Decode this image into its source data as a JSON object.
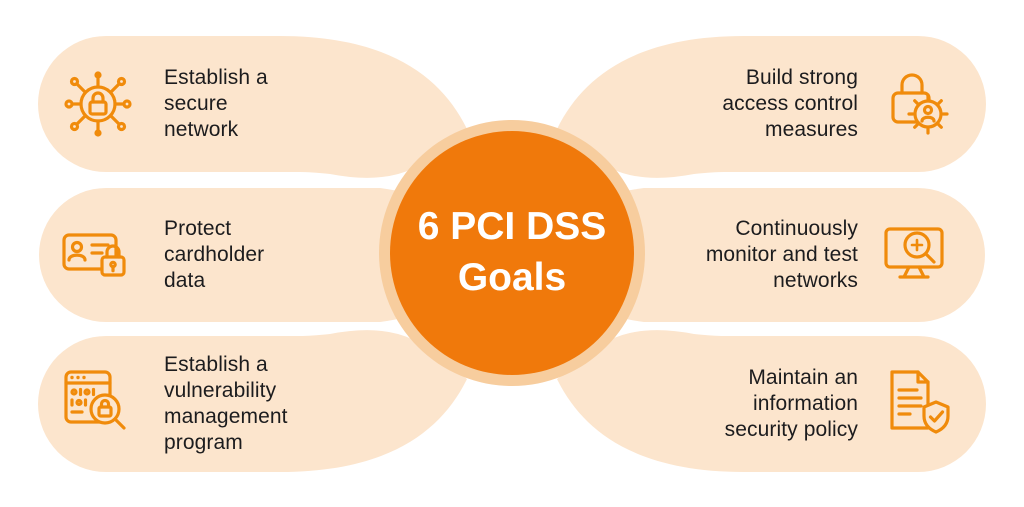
{
  "title": {
    "line1": "6 PCI DSS",
    "line2": "Goals"
  },
  "goals": [
    {
      "label": "Establish a secure network",
      "icon": "secure-network-icon",
      "position": "left-top"
    },
    {
      "label": "Protect cardholder data",
      "icon": "cardholder-data-icon",
      "position": "left-middle"
    },
    {
      "label": "Establish a vulnerability management program",
      "icon": "vulnerability-management-icon",
      "position": "left-bottom"
    },
    {
      "label": "Build strong access control measures",
      "icon": "access-control-icon",
      "position": "right-top"
    },
    {
      "label": "Continuously monitor and test networks",
      "icon": "monitor-networks-icon",
      "position": "right-middle"
    },
    {
      "label": "Maintain an information security policy",
      "icon": "security-policy-icon",
      "position": "right-bottom"
    }
  ],
  "colors": {
    "accent_orange": "#F0790B",
    "pill_background": "#FCE5CD",
    "halo_ring": "#F7CD9E",
    "icon_orange": "#F08B0B",
    "text": "#1C1C1E",
    "background": "#FFFFFF"
  }
}
